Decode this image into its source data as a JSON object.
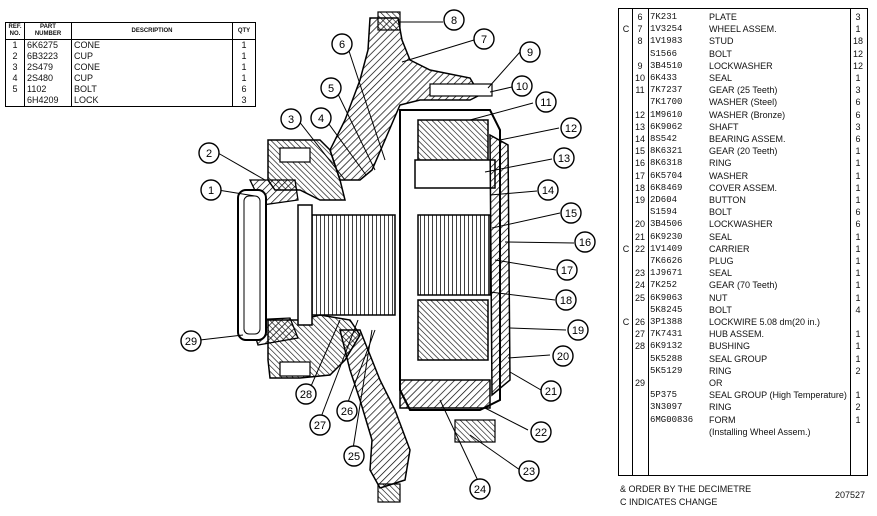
{
  "left_table": {
    "headers": {
      "ref": "REF. NO.",
      "part": "PART NUMBER",
      "desc": "DESCRIPTION",
      "qty": "QTY"
    },
    "rows": [
      {
        "ref": "1",
        "part": "6K6275",
        "desc": "CONE",
        "qty": "1"
      },
      {
        "ref": "2",
        "part": "6B3223",
        "desc": "CUP",
        "qty": "1"
      },
      {
        "ref": "3",
        "part": "2S479",
        "desc": "CONE",
        "qty": "1"
      },
      {
        "ref": "4",
        "part": "2S480",
        "desc": "CUP",
        "qty": "1"
      },
      {
        "ref": "5",
        "part": "1102",
        "desc": "BOLT",
        "qty": "6"
      },
      {
        "ref": "",
        "part": "6H4209",
        "desc": "LOCK",
        "qty": "3"
      }
    ]
  },
  "right_table": {
    "rows": [
      {
        "c": "",
        "ref": "6",
        "part": "7K231",
        "desc": "PLATE",
        "qty": "3"
      },
      {
        "c": "C",
        "ref": "7",
        "part": "1V3254",
        "desc": "WHEEL ASSEM.",
        "qty": "1"
      },
      {
        "c": "",
        "ref": "8",
        "part": "1V1983",
        "desc": "STUD",
        "qty": "18"
      },
      {
        "c": "",
        "ref": "",
        "part": "S1566",
        "desc": "BOLT",
        "qty": "12"
      },
      {
        "c": "",
        "ref": "9",
        "part": "3B4510",
        "desc": "LOCKWASHER",
        "qty": "12"
      },
      {
        "c": "",
        "ref": "10",
        "part": "6K433",
        "desc": "SEAL",
        "qty": "1"
      },
      {
        "c": "",
        "ref": "11",
        "part": "7K7237",
        "desc": "GEAR (25 Teeth)",
        "qty": "3"
      },
      {
        "c": "",
        "ref": "",
        "part": "7K1700",
        "desc": "WASHER (Steel)",
        "qty": "6"
      },
      {
        "c": "",
        "ref": "12",
        "part": "1M9610",
        "desc": "WASHER (Bronze)",
        "qty": "6"
      },
      {
        "c": "",
        "ref": "13",
        "part": "6K9062",
        "desc": "SHAFT",
        "qty": "3"
      },
      {
        "c": "",
        "ref": "14",
        "part": "8S542",
        "desc": "BEARING ASSEM.",
        "qty": "6"
      },
      {
        "c": "",
        "ref": "15",
        "part": "8K6321",
        "desc": "GEAR (20 Teeth)",
        "qty": "1"
      },
      {
        "c": "",
        "ref": "16",
        "part": "8K6318",
        "desc": "RING",
        "qty": "1"
      },
      {
        "c": "",
        "ref": "17",
        "part": "6K5704",
        "desc": "WASHER",
        "qty": "1"
      },
      {
        "c": "",
        "ref": "18",
        "part": "6K8469",
        "desc": "COVER ASSEM.",
        "qty": "1"
      },
      {
        "c": "",
        "ref": "19",
        "part": "2D604",
        "desc": "BUTTON",
        "qty": "1"
      },
      {
        "c": "",
        "ref": "",
        "part": "S1594",
        "desc": "BOLT",
        "qty": "6"
      },
      {
        "c": "",
        "ref": "20",
        "part": "3B4506",
        "desc": "LOCKWASHER",
        "qty": "6"
      },
      {
        "c": "",
        "ref": "21",
        "part": "6K9230",
        "desc": "SEAL",
        "qty": "1"
      },
      {
        "c": "C",
        "ref": "22",
        "part": "1V1409",
        "desc": "CARRIER",
        "qty": "1"
      },
      {
        "c": "",
        "ref": "",
        "part": "7K6626",
        "desc": "PLUG",
        "qty": "1"
      },
      {
        "c": "",
        "ref": "23",
        "part": "1J9671",
        "desc": "SEAL",
        "qty": "1"
      },
      {
        "c": "",
        "ref": "24",
        "part": "7K252",
        "desc": "GEAR (70 Teeth)",
        "qty": "1"
      },
      {
        "c": "",
        "ref": "25",
        "part": "6K9063",
        "desc": "NUT",
        "qty": "1"
      },
      {
        "c": "",
        "ref": "",
        "part": "5K8245",
        "desc": "BOLT",
        "qty": "4"
      },
      {
        "c": "C",
        "ref": "26",
        "part": "3P1388",
        "desc": "LOCKWIRE 5.08 dm(20 in.)",
        "qty": ""
      },
      {
        "c": "",
        "ref": "27",
        "part": "7K7431",
        "desc": "HUB ASSEM.",
        "qty": "1"
      },
      {
        "c": "",
        "ref": "28",
        "part": "6K9132",
        "desc": "BUSHING",
        "qty": "1"
      },
      {
        "c": "",
        "ref": "",
        "part": "5K5288",
        "desc": "SEAL GROUP",
        "qty": "1"
      },
      {
        "c": "",
        "ref": "",
        "part": "5K5129",
        "desc": "RING",
        "qty": "2"
      },
      {
        "c": "",
        "ref": "29",
        "part": "",
        "desc": "OR",
        "qty": ""
      },
      {
        "c": "",
        "ref": "",
        "part": "5P375",
        "desc": "SEAL GROUP (High Temperature)",
        "qty": "1"
      },
      {
        "c": "",
        "ref": "",
        "part": "3N3097",
        "desc": "RING",
        "qty": "2"
      },
      {
        "c": "",
        "ref": "",
        "part": "6MG00836",
        "desc": "FORM",
        "qty": "1"
      },
      {
        "c": "",
        "ref": "",
        "part": "",
        "desc": "(Installing Wheel Assem.)",
        "qty": ""
      }
    ]
  },
  "notes": {
    "order_note": "& ORDER BY THE DECIMETRE",
    "change_note": "C INDICATES CHANGE",
    "figure_id": "207527"
  },
  "callouts": [
    "1",
    "2",
    "3",
    "4",
    "5",
    "6",
    "7",
    "8",
    "9",
    "10",
    "11",
    "12",
    "13",
    "14",
    "15",
    "16",
    "17",
    "18",
    "19",
    "20",
    "21",
    "22",
    "23",
    "24",
    "25",
    "26",
    "27",
    "28",
    "29"
  ]
}
